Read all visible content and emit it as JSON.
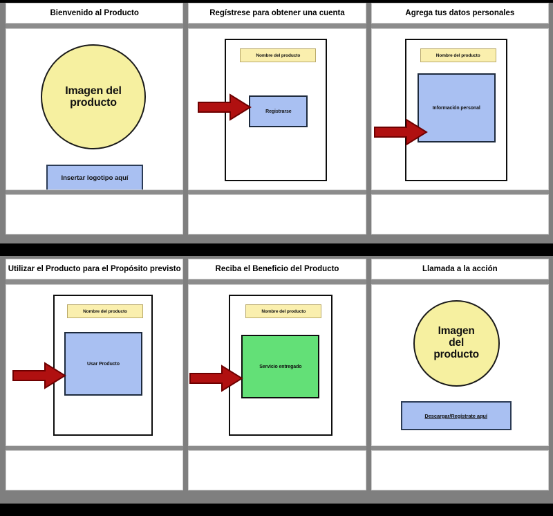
{
  "board": {
    "type": "storyboard",
    "rows": 2,
    "columns": 3,
    "palette": {
      "background": "#7f7f7f",
      "panel": "#ffffff",
      "circle_yellow": "#f6f0a0",
      "chip_yellow": "#faefae",
      "block_blue": "#a9c0f2",
      "block_green": "#63e077",
      "arrow_red": "#b01010",
      "divider_black": "#000000",
      "gap_gray": "#8c8c8c",
      "outline_black": "#0d0d0d"
    }
  },
  "panels": [
    {
      "id": "panel-1",
      "title": "Bienvenido al Producto",
      "layout": "circle-and-logo",
      "circle_label": "Imagen del\nproducto",
      "circle_line1": "Imagen del",
      "circle_line2": "producto",
      "logo_label": "Insertar logotipo aquí",
      "has_arrow": false,
      "notes": ""
    },
    {
      "id": "panel-2",
      "title": "Regístrese para obtener una cuenta",
      "layout": "page-with-block",
      "chip_label": "Nombre del producto",
      "block_label": "Registrarse",
      "block_color": "blue",
      "has_arrow": true,
      "notes": ""
    },
    {
      "id": "panel-3",
      "title": "Agrega tus datos personales",
      "layout": "page-with-block",
      "chip_label": "Nombre del producto",
      "block_label": "Información personal",
      "block_color": "blue",
      "has_arrow": true,
      "notes": ""
    },
    {
      "id": "panel-4",
      "title": "Utilizar el Producto para el Propósito previsto",
      "layout": "page-with-block",
      "chip_label": "Nombre del producto",
      "block_label": "Usar Producto",
      "block_color": "blue",
      "has_arrow": true,
      "notes": ""
    },
    {
      "id": "panel-5",
      "title": "Reciba el Beneficio del Producto",
      "layout": "page-with-block",
      "chip_label": "Nombre del producto",
      "block_label": "Servicio entregado",
      "block_color": "green",
      "has_arrow": true,
      "notes": ""
    },
    {
      "id": "panel-6",
      "title": "Llamada a la acción",
      "layout": "circle-and-cta",
      "circle_line1": "Imagen",
      "circle_line2": "del",
      "circle_line3": "producto",
      "cta_label": "Descargar/Regístrate aquí",
      "has_arrow": false,
      "notes": ""
    }
  ]
}
